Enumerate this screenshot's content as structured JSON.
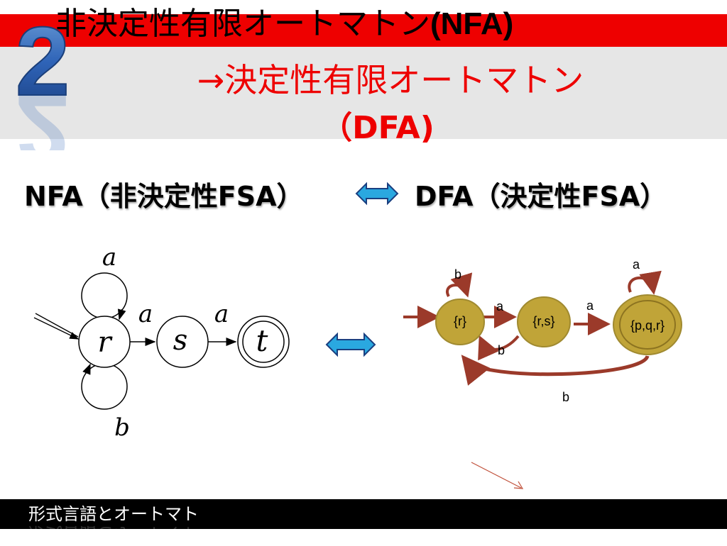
{
  "slide_number": "2",
  "title": {
    "line1_ja": "非決定性有限オートマトン",
    "line1_en": "(NFA)",
    "line2": "→決定性有限オートマトン",
    "line3": "（DFA)"
  },
  "subtitle": {
    "left": "NFA（非決定性FSA）",
    "right": "DFA（決定性FSA）"
  },
  "nfa": {
    "states": [
      "r",
      "s",
      "t"
    ],
    "loop_top_label": "a",
    "loop_bottom_label": "b",
    "edge_rs_label": "a",
    "edge_st_label": "a"
  },
  "dfa": {
    "states": [
      "{r}",
      "{r,s}",
      "{p,q,r}"
    ],
    "loop_r_label": "b",
    "edge_r_rs_label": "a",
    "edge_rs_r_label": "b",
    "edge_rs_pqr_label": "a",
    "loop_pqr_label": "a",
    "edge_pqr_r_label": "b"
  },
  "footer": {
    "text": "形式言語とオートマト"
  },
  "colors": {
    "title_band": "#ee0000",
    "header_grey": "#e6e6e6",
    "dfa_state_fill": "#c0a438",
    "dfa_arrow": "#9b3a2a",
    "double_arrow_fill": "#2aa8e0"
  }
}
